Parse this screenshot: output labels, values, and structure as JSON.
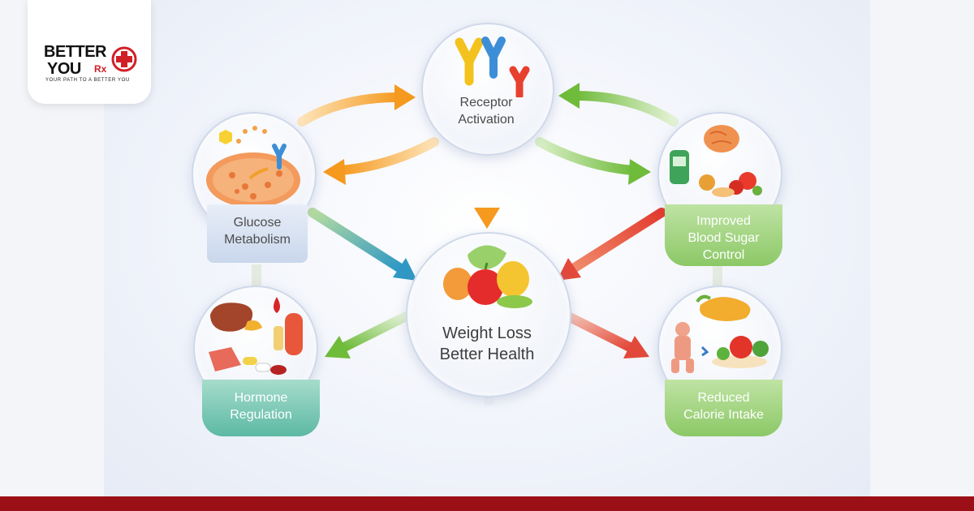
{
  "brand": {
    "name_line1": "BETTER",
    "name_line2": "YOU",
    "rx": "Rx",
    "tagline": "YOUR PATH TO A BETTER YOU",
    "accent_color": "#d11f26",
    "footer_color": "#9b0f16"
  },
  "nodes": {
    "receptor": {
      "line1": "Receptor",
      "line2": "Activation",
      "icon": "receptor-y-icons"
    },
    "glucose": {
      "line1": "Glucose",
      "line2": "Metabolism",
      "icon": "cell-glucose-icon"
    },
    "blood_sugar": {
      "line1": "Improved",
      "line2": "Blood Sugar",
      "line3": "Control",
      "icon": "brain-glucometer-food-icon"
    },
    "center": {
      "line1": "Weight Loss",
      "line2": "Better Health",
      "icon": "fruit-vegetables-icon"
    },
    "hormone": {
      "line1": "Hormone",
      "line2": "Regulation",
      "icon": "liver-food-icon"
    },
    "calorie": {
      "line1": "Reduced",
      "line2": "Calorie Intake",
      "icon": "body-pancreas-food-icon"
    }
  },
  "colors": {
    "orange_arrow": "#f5a12b",
    "green_arrow": "#7cc24a",
    "red_arrow": "#e2493a",
    "teal_arrow": "#3a9fbf"
  }
}
